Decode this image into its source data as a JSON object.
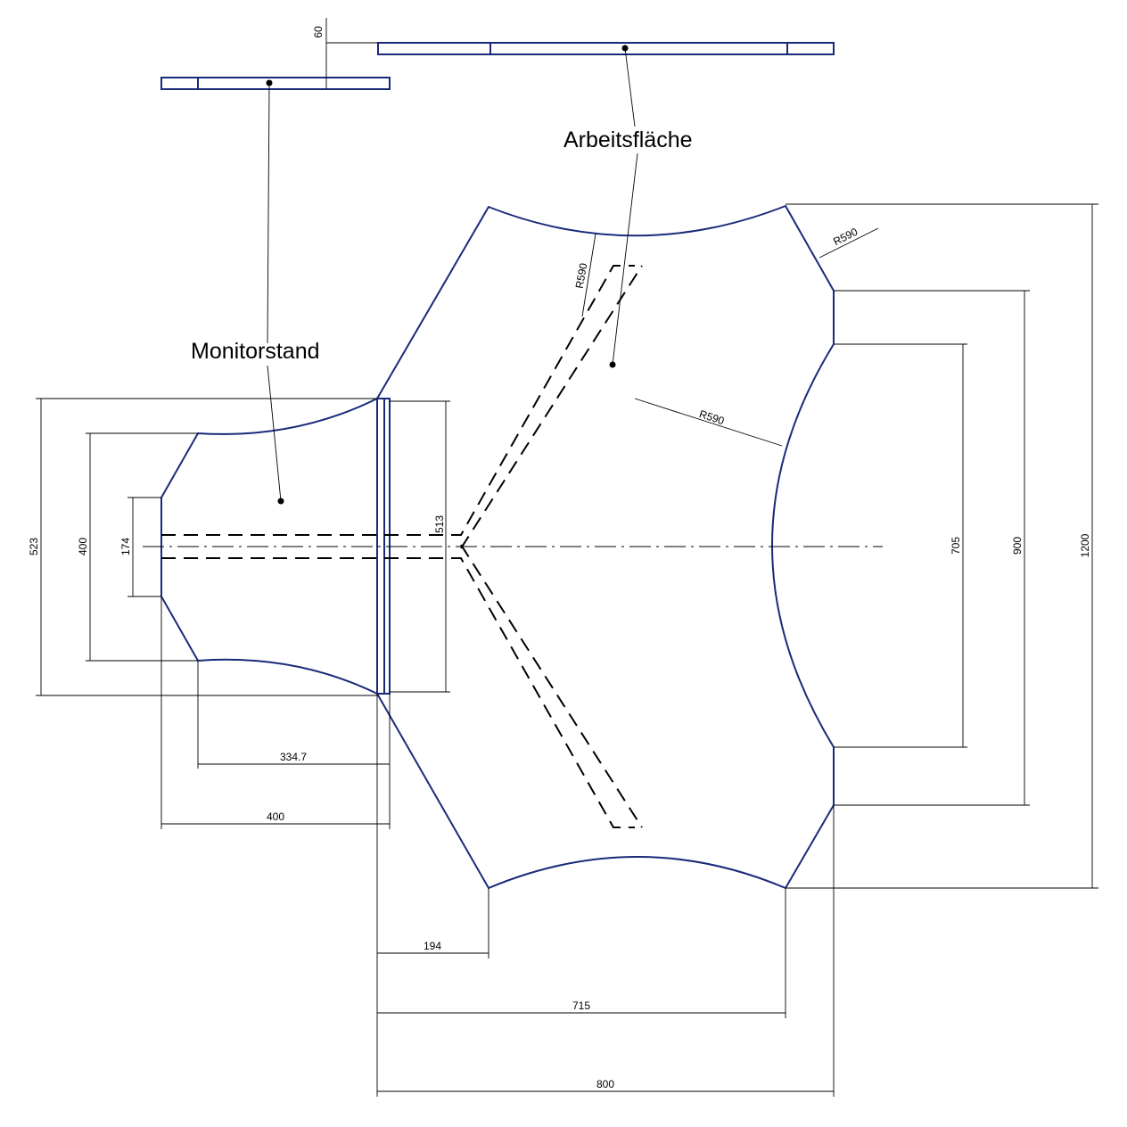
{
  "labels": {
    "monitorstand": "Monitorstand",
    "arbeitsflaeche": "Arbeitsfläche"
  },
  "dimensions": {
    "thickness": "60",
    "r590_top": "R590",
    "r590_corner": "R590",
    "r590_right": "R590",
    "d523": "523",
    "d400_left": "400",
    "d174": "174",
    "d513": "513",
    "d705": "705",
    "d900": "900",
    "d1200": "1200",
    "d334_7": "334.7",
    "d400_bottom": "400",
    "d194": "194",
    "d715": "715",
    "d800": "800"
  },
  "colors": {
    "part_outline": "#1a2a7a",
    "lines": "#000000"
  }
}
